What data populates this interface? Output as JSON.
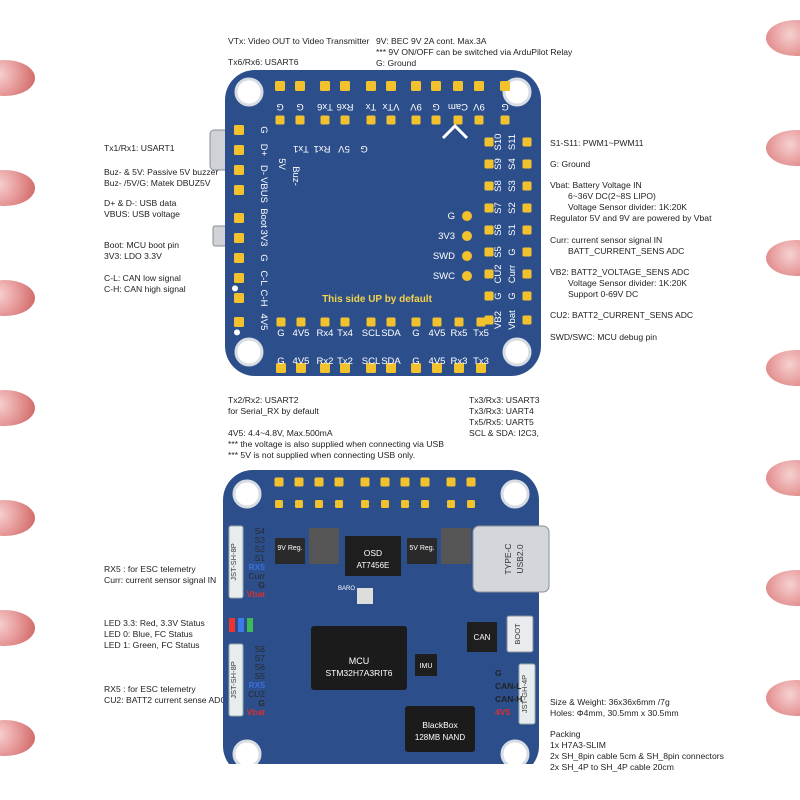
{
  "top_labels": {
    "vtx": "VTx:  Video OUT to Video Transmitter",
    "tx6": "Tx6/Rx6: USART6",
    "bec": "9V: BEC 9V 2A cont. Max.3A",
    "bec_note": "*** 9V ON/OFF can be switched via ArduPilot Relay",
    "ground": "G: Ground"
  },
  "left_labels": [
    "Tx1/Rx1: USART1",
    "Buz- & 5V:  Passive 5V buzzer",
    "Buz- /5V/G:  Matek DBUZ5V",
    "D+ & D-: USB data",
    "VBUS: USB voltage",
    "Boot: MCU boot pin",
    "3V3: LDO 3.3V",
    "C-L: CAN low signal",
    "C-H: CAN high signal"
  ],
  "right_labels": [
    "S1-S11:  PWM1~PWM11",
    "G: Ground",
    "Vbat: Battery Voltage IN",
    "6~36V DC(2~8S LIPO)",
    "Voltage Sensor divider: 1K:20K",
    "Regulator 5V and 9V are powered by Vbat",
    "Curr: current sensor signal IN",
    "BATT_CURRENT_SENS ADC",
    "VB2: BATT2_VOLTAGE_SENS ADC",
    "Voltage Sensor divider: 1K:20K",
    "Support 0-69V DC",
    "CU2: BATT2_CURRENT_SENS ADC",
    "SWD/SWC: MCU debug pin"
  ],
  "mid_labels": {
    "tx2": "Tx2/Rx2: USART2",
    "tx2b": "for Serial_RX by default",
    "v45": "4V5: 4.4~4.8V, Max.500mA",
    "v45a": "*** the voltage is also supplied when connecting via USB",
    "v45b": "*** 5V is not supplied when connecting USB only.",
    "tx3": "Tx3/Rx3: USART3",
    "tx3b": "Tx3/Rx3: UART4",
    "tx5": "Tx5/Rx5: UART5",
    "scl": "SCL & SDA: I2C3,"
  },
  "bottom_left_labels": [
    "RX5 : for ESC telemetry",
    "Curr: current sensor signal IN",
    "LED 3.3: Red, 3.3V Status",
    "LED 0: Blue, FC Status",
    "LED 1: Green, FC Status",
    "RX5 : for ESC telemetry",
    "CU2: BATT2 current sense ADC"
  ],
  "bottom_right_labels": [
    "Size & Weight: 36x36x6mm /7g",
    "Holes: Φ4mm, 30.5mm x 30.5mm",
    "Packing",
    "1x H7A3-SLIM",
    "2x SH_8pin cable 5cm & SH_8pin connectors",
    "2x SH_4P to SH_4P cable 20cm"
  ],
  "board_top": {
    "row1": [
      "G",
      "G",
      "Tx6",
      "Rx6",
      "Tx",
      "VTx",
      "9V",
      "G",
      "Cam",
      "9V",
      "G",
      "G"
    ],
    "row2": [
      "G",
      "5V",
      "Rx1",
      "Tx1"
    ],
    "left_col": [
      "G",
      "D+",
      "D-",
      "VBUS",
      "Boot",
      "3V3",
      "G",
      "C-L",
      "C-H",
      "4V5"
    ],
    "inner_left": [
      "5V",
      "Buz-"
    ],
    "right_s1": [
      "S10",
      "S9",
      "S8",
      "S7",
      "S6",
      "S5",
      "CU2",
      "G",
      "VB2"
    ],
    "right_s2": [
      "S11",
      "S4",
      "S3",
      "S2",
      "S1",
      "G",
      "Curr",
      "G",
      "Vbat"
    ],
    "debug": [
      "G",
      "3V3",
      "SWD",
      "SWC"
    ],
    "bottom_row1": [
      "G",
      "4V5",
      "Rx4",
      "Tx4",
      "SCL",
      "SDA",
      "G",
      "4V5",
      "Rx5",
      "Tx5"
    ],
    "bottom_row2": [
      "G",
      "4V5",
      "Rx2",
      "Tx2",
      "SCL",
      "SDA",
      "G",
      "4V5",
      "Rx3",
      "Tx3"
    ],
    "side_up": "This side UP by default"
  },
  "board_bottom": {
    "left_conn1_name": "JST-SH-8P",
    "left_conn1_pins": [
      "S4",
      "S3",
      "S2",
      "S1",
      "RX5",
      "Curr",
      "G",
      "Vbat"
    ],
    "left_conn2_name": "JST-SH-8P",
    "left_conn2_pins": [
      "S8",
      "S7",
      "S6",
      "S5",
      "RX5",
      "CU2",
      "G",
      "Vbat"
    ],
    "right_conn_name": "JST-GH-4P",
    "right_conn_pins": [
      "G",
      "CAN-L",
      "CAN-H",
      "4V5"
    ],
    "reg9": "9V Reg.",
    "reg5": "5V Reg.",
    "osd": "OSD",
    "osd_chip": "AT7456E",
    "baro": "BARO",
    "mcu": "MCU",
    "mcu_chip": "STM32H7A3RIT6",
    "imu": "IMU",
    "can": "CAN",
    "boot": "BOOT",
    "usb": "TYPE-C",
    "usb2": "USB2.0",
    "blackbox": "BlackBox",
    "blackbox2": "128MB NAND"
  },
  "colors": {
    "board": "#2c4f8c",
    "pad": "#f2c22e",
    "accent_blue": "#3d6fd8",
    "accent_red": "#d83030",
    "side_up": "#f4d24a"
  }
}
